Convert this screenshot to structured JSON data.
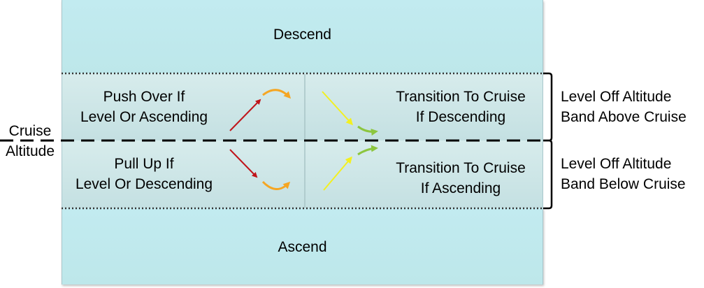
{
  "regions": {
    "descend": "Descend",
    "ascend": "Ascend"
  },
  "band_above": {
    "left_line1": "Push Over If",
    "left_line2": "Level Or Ascending",
    "right_line1": "Transition To Cruise",
    "right_line2": "If Descending"
  },
  "band_below": {
    "left_line1": "Pull Up If",
    "left_line2": "Level Or Descending",
    "right_line1": "Transition To Cruise",
    "right_line2": "If Ascending"
  },
  "cruise_label": {
    "line1": "Cruise",
    "line2": "Altitude"
  },
  "brace_labels": {
    "above_line1": "Level Off Altitude",
    "above_line2": "Band Above Cruise",
    "below_line1": "Level Off Altitude",
    "below_line2": "Band Below Cruise"
  },
  "colors": {
    "outer_fill": "#c2ebf0",
    "band_fill": "#cfe7e8",
    "arrow_red": "#c0141a",
    "arrow_orange": "#f5a623",
    "arrow_yellow": "#f3f020",
    "arrow_green": "#8cc63f"
  }
}
